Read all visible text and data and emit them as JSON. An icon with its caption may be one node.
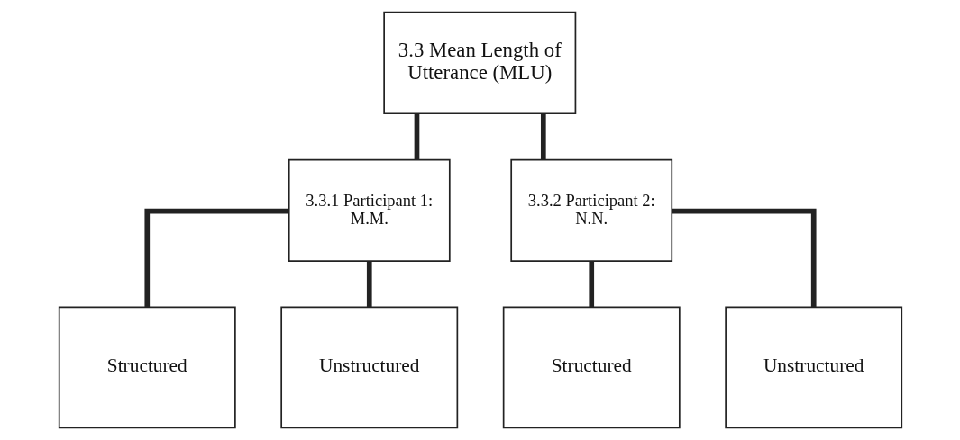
{
  "diagram": {
    "nodes": [
      {
        "text": [
          "3.3 Mean Length of Utterance (MLU)"
        ]
      },
      {
        "text": [
          "3.3.1 Participant 1: M.M."
        ]
      },
      {
        "text": [
          "3.3.2 Participant 2: N.N."
        ]
      },
      {
        "text": [
          "Structured"
        ]
      },
      {
        "text": [
          "Unstructured"
        ]
      },
      {
        "text": [
          "Structured"
        ]
      },
      {
        "text": [
          "Unstructured"
        ]
      }
    ],
    "edges": [
      {
        "from": 0,
        "to": 1,
        "arrow": "none"
      },
      {
        "from": 0,
        "to": 2,
        "arrow": "none"
      },
      {
        "from": 1,
        "to": 3,
        "arrow": "none"
      },
      {
        "from": 1,
        "to": 4,
        "arrow": "none"
      },
      {
        "from": 2,
        "to": 5,
        "arrow": "none"
      },
      {
        "from": 2,
        "to": 6,
        "arrow": "none"
      }
    ]
  }
}
